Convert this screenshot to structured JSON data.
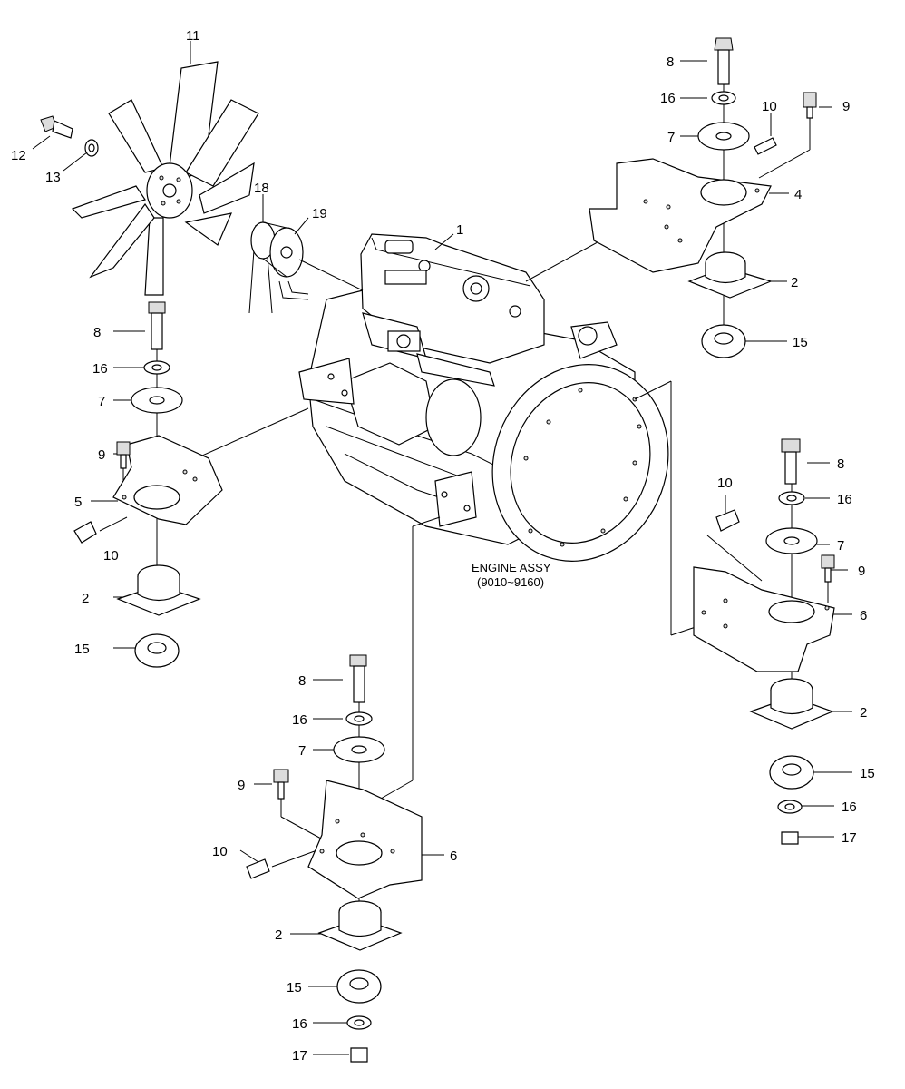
{
  "caption": {
    "line1": "ENGINE ASSY",
    "line2": "(9010~9160)"
  },
  "callouts": {
    "c1": "1",
    "c2": "2",
    "c4": "4",
    "c5": "5",
    "c6": "6",
    "c7": "7",
    "c8": "8",
    "c9": "9",
    "c10": "10",
    "c11": "11",
    "c12": "12",
    "c13": "13",
    "c15": "15",
    "c16": "16",
    "c17": "17",
    "c18": "18",
    "c19": "19"
  }
}
